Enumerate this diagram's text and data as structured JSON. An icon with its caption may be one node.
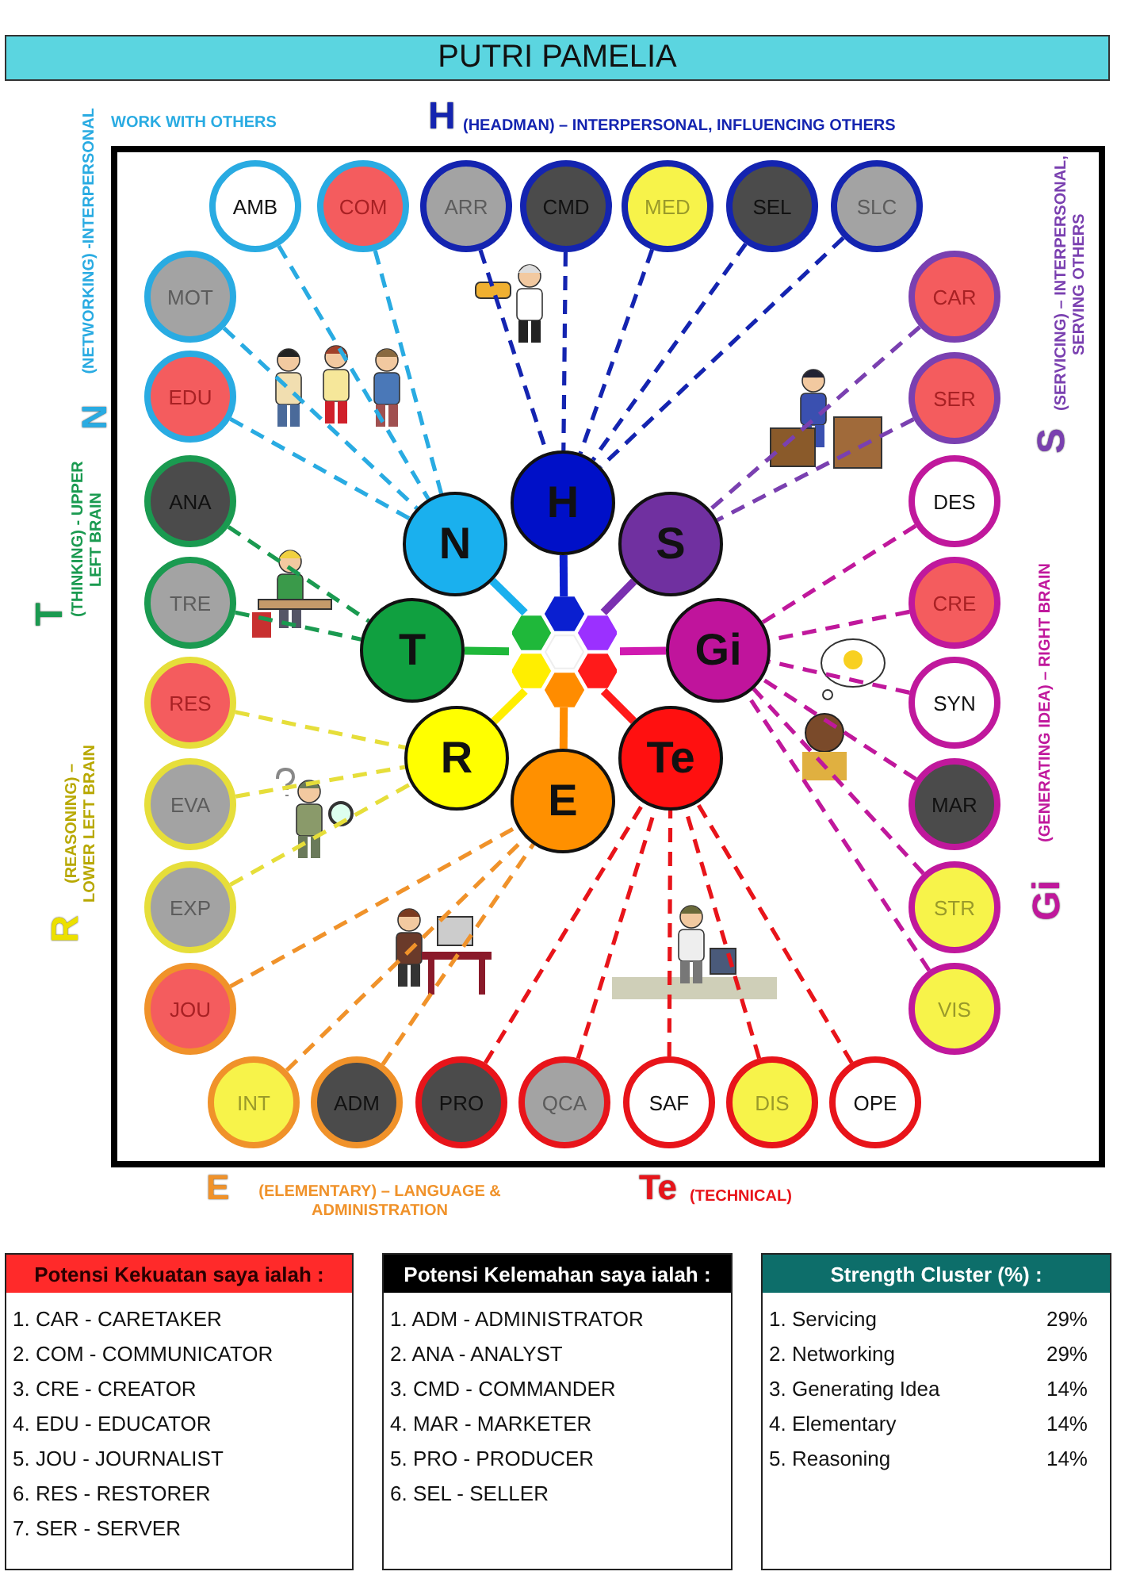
{
  "diagram": {
    "title": "PUTRI PAMELIA",
    "nodes": [
      {
        "text": [
          "AMB"
        ]
      },
      {
        "text": [
          "COM"
        ]
      },
      {
        "text": [
          "ARR"
        ]
      },
      {
        "text": [
          "CMD"
        ]
      },
      {
        "text": [
          "MED"
        ]
      },
      {
        "text": [
          "SEL"
        ]
      },
      {
        "text": [
          "SLC"
        ]
      },
      {
        "text": [
          "MOT"
        ]
      },
      {
        "text": [
          "EDU"
        ]
      },
      {
        "text": [
          "ANA"
        ]
      },
      {
        "text": [
          "TRE"
        ]
      },
      {
        "text": [
          "RES"
        ]
      },
      {
        "text": [
          "EVA"
        ]
      },
      {
        "text": [
          "EXP"
        ]
      },
      {
        "text": [
          "JOU"
        ]
      },
      {
        "text": [
          "CAR"
        ]
      },
      {
        "text": [
          "SER"
        ]
      },
      {
        "text": [
          "DES"
        ]
      },
      {
        "text": [
          "CRE"
        ]
      },
      {
        "text": [
          "SYN"
        ]
      },
      {
        "text": [
          "MAR"
        ]
      },
      {
        "text": [
          "STR"
        ]
      },
      {
        "text": [
          "VIS"
        ]
      },
      {
        "text": [
          "INT"
        ]
      },
      {
        "text": [
          "ADM"
        ]
      },
      {
        "text": [
          "PRO"
        ]
      },
      {
        "text": [
          "QCA"
        ]
      },
      {
        "text": [
          "SAF"
        ]
      },
      {
        "text": [
          "DIS"
        ]
      },
      {
        "text": [
          "OPE"
        ]
      },
      {
        "text": [
          "H"
        ]
      },
      {
        "text": [
          "S"
        ]
      },
      {
        "text": [
          "Gi"
        ]
      },
      {
        "text": [
          "Te"
        ]
      },
      {
        "text": [
          "E"
        ]
      },
      {
        "text": [
          "R"
        ]
      },
      {
        "text": [
          "T"
        ]
      },
      {
        "text": [
          "N"
        ]
      },
      {
        "text": [],
        "shape": "picture"
      },
      {
        "text": [
          "Potensi Kekuatan saya ialah :",
          "1. CAR - CARETAKER",
          "2. COM - COMMUNICATOR",
          "3. CRE - CREATOR",
          "4. EDU - EDUCATOR",
          "5. JOU - JOURNALIST",
          "6. RES - RESTORER",
          "7. SER - SERVER"
        ]
      },
      {
        "text": [
          "Potensi Kelemahan saya ialah :",
          "1. ADM - ADMINISTRATOR",
          "2. ANA - ANALYST",
          "3. CMD - COMMANDER",
          "4. MAR - MARKETER",
          "5. PRO - PRODUCER",
          "6. SEL - SELLER"
        ]
      },
      {
        "text": [
          "Strength Cluster (%) :",
          "1. Servicing",
          "29%",
          "2. Networking",
          "29%",
          "3. Generating Idea",
          "14%",
          "4. Elementary",
          "14%",
          "5. Reasoning",
          "14%"
        ]
      }
    ],
    "edges": [
      {
        "from": 0,
        "to": 37,
        "arrow": "none",
        "style": "dashed",
        "color": "#29abe2"
      },
      {
        "from": 1,
        "to": 37,
        "arrow": "none",
        "style": "dashed",
        "color": "#29abe2"
      },
      {
        "from": 2,
        "to": 30,
        "arrow": "none",
        "style": "dashed",
        "color": "#1424b0"
      },
      {
        "from": 3,
        "to": 30,
        "arrow": "none",
        "style": "dashed",
        "color": "#1424b0"
      },
      {
        "from": 4,
        "to": 30,
        "arrow": "none",
        "style": "dashed",
        "color": "#1424b0"
      },
      {
        "from": 5,
        "to": 30,
        "arrow": "none",
        "style": "dashed",
        "color": "#1424b0"
      },
      {
        "from": 6,
        "to": 30,
        "arrow": "none",
        "style": "dashed",
        "color": "#1424b0"
      },
      {
        "from": 7,
        "to": 37,
        "arrow": "none",
        "style": "dashed",
        "color": "#29abe2"
      },
      {
        "from": 8,
        "to": 37,
        "arrow": "none",
        "style": "dashed",
        "color": "#29abe2"
      },
      {
        "from": 9,
        "to": 36,
        "arrow": "none",
        "style": "dashed",
        "color": "#1a9a50"
      },
      {
        "from": 10,
        "to": 36,
        "arrow": "none",
        "style": "dashed",
        "color": "#1a9a50"
      },
      {
        "from": 11,
        "to": 35,
        "arrow": "none",
        "style": "dashed",
        "color": "#e6de3a"
      },
      {
        "from": 12,
        "to": 35,
        "arrow": "none",
        "style": "dashed",
        "color": "#e6de3a"
      },
      {
        "from": 13,
        "to": 35,
        "arrow": "none",
        "style": "dashed",
        "color": "#e6de3a"
      },
      {
        "from": 14,
        "to": 34,
        "arrow": "none",
        "style": "dashed",
        "color": "#f0922a"
      },
      {
        "from": 15,
        "to": 31,
        "arrow": "none",
        "style": "dashed",
        "color": "#7a40b0"
      },
      {
        "from": 16,
        "to": 31,
        "arrow": "none",
        "style": "dashed",
        "color": "#7a40b0"
      },
      {
        "from": 17,
        "to": 32,
        "arrow": "none",
        "style": "dashed",
        "color": "#c0189c"
      },
      {
        "from": 18,
        "to": 32,
        "arrow": "none",
        "style": "dashed",
        "color": "#c0189c"
      },
      {
        "from": 19,
        "to": 32,
        "arrow": "none",
        "style": "dashed",
        "color": "#c0189c"
      },
      {
        "from": 20,
        "to": 32,
        "arrow": "none",
        "style": "dashed",
        "color": "#c0189c"
      },
      {
        "from": 21,
        "to": 32,
        "arrow": "none",
        "style": "dashed",
        "color": "#c0189c"
      },
      {
        "from": 22,
        "to": 32,
        "arrow": "none",
        "style": "dashed",
        "color": "#c0189c"
      },
      {
        "from": 23,
        "to": 34,
        "arrow": "none",
        "style": "dashed",
        "color": "#f0922a"
      },
      {
        "from": 24,
        "to": 34,
        "arrow": "none",
        "style": "dashed",
        "color": "#f0922a"
      },
      {
        "from": 25,
        "to": 33,
        "arrow": "none",
        "style": "dashed",
        "color": "#e8141a"
      },
      {
        "from": 26,
        "to": 33,
        "arrow": "none",
        "style": "dashed",
        "color": "#e8141a"
      },
      {
        "from": 27,
        "to": 33,
        "arrow": "none",
        "style": "dashed",
        "color": "#e8141a"
      },
      {
        "from": 28,
        "to": 33,
        "arrow": "none",
        "style": "dashed",
        "color": "#e8141a"
      },
      {
        "from": 29,
        "to": 33,
        "arrow": "none",
        "style": "dashed",
        "color": "#e8141a"
      },
      {
        "from": 30,
        "to": 38,
        "arrow": "none",
        "style": "thick",
        "color": "#0a1fd0"
      },
      {
        "from": 31,
        "to": 38,
        "arrow": "none",
        "style": "thick",
        "color": "#7a30b0"
      },
      {
        "from": 32,
        "to": 38,
        "arrow": "none",
        "style": "thick",
        "color": "#d01ab0"
      },
      {
        "from": 33,
        "to": 38,
        "arrow": "none",
        "style": "thick",
        "color": "#ff1a1a"
      },
      {
        "from": 34,
        "to": 38,
        "arrow": "none",
        "style": "thick",
        "color": "#ff8c00"
      },
      {
        "from": 35,
        "to": 38,
        "arrow": "none",
        "style": "thick",
        "color": "#ffee00"
      },
      {
        "from": 36,
        "to": 38,
        "arrow": "none",
        "style": "thick",
        "color": "#1fb83a"
      },
      {
        "from": 37,
        "to": 38,
        "arrow": "none",
        "style": "thick",
        "color": "#1ab0ee"
      }
    ],
    "labels": [
      "WORK WITH OTHERS",
      "N",
      "(NETWORKING) -INTERPERSONAL",
      "H",
      "(HEADMAN) – INTERPERSONAL, INFLUENCING OTHERS",
      "S",
      "(SERVICING) – INTERPERSONAL, SERVING OTHERS",
      "T",
      "(THINKING) - UPPER LEFT BRAIN",
      "Gi",
      "(GENERATING IDEA) – RIGHT BRAIN",
      "R",
      "(REASONING) – LOWER LEFT BRAIN",
      "E",
      "(ELEMENTARY) – LANGUAGE & ADMINISTRATION",
      "Te",
      "(TECHNICAL)"
    ]
  }
}
